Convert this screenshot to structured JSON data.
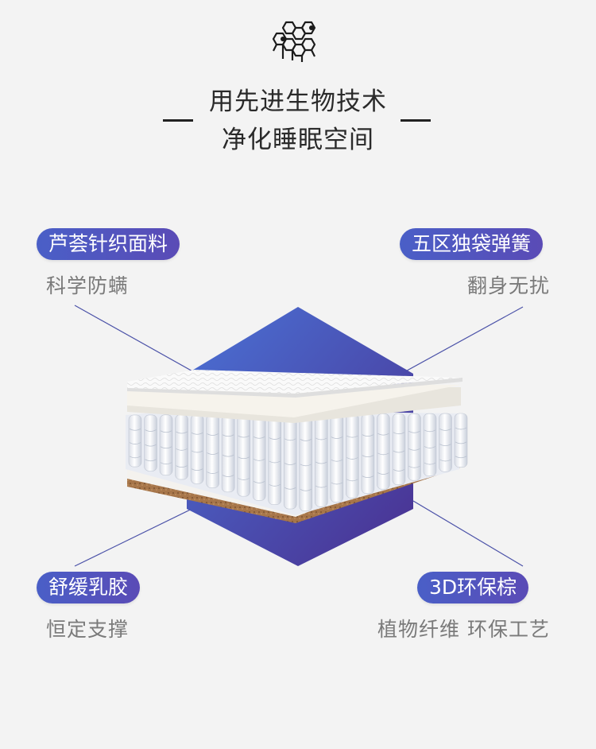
{
  "header": {
    "icon": "honeycomb-molecule-icon",
    "headline_line1": "用先进生物技术",
    "headline_line2": "净化睡眠空间"
  },
  "features": {
    "top_left": {
      "label": "芦荟针织面料",
      "caption": "科学防螨"
    },
    "top_right": {
      "label": "五区独袋弹簧",
      "caption": "翻身无扰"
    },
    "bottom_left": {
      "label": "舒缓乳胶",
      "caption": "恒定支撑"
    },
    "bottom_right": {
      "label": "3D环保棕",
      "caption": "植物纤维  环保工艺"
    }
  },
  "colors": {
    "pill_gradient_start": "#4a5fc7",
    "pill_gradient_end": "#5a4bb6",
    "diamond_start": "#4a6fd0",
    "diamond_end": "#4a2f8f",
    "background": "#f3f3f3"
  }
}
